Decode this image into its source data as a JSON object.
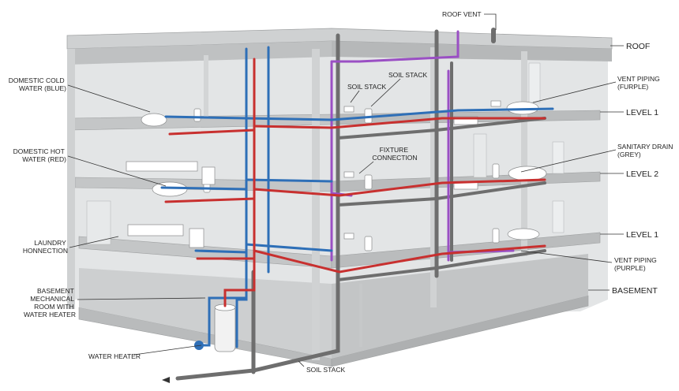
{
  "labels": {
    "roof_vent": "ROOF VENT",
    "roof": "ROOF",
    "level_1_top": "LEVEL 1",
    "level_2": "LEVEL 2",
    "level_1_bottom": "LEVEL 1",
    "basement": "BASEMENT",
    "domestic_cold_water": [
      "DOMESTIC COLD",
      "WATER (BLUE)"
    ],
    "domestic_hot_water": [
      "DOMESTIC HOT",
      "WATER (RED)"
    ],
    "laundry_connection": [
      "LAUNDRY",
      "HONNECTION"
    ],
    "basement_mechanical_room": [
      "BASEMENT",
      "MECHANICAL",
      "ROOM WITH",
      "WATER HEATER"
    ],
    "water_heater": "WATER HEATER",
    "soil_stack_bottom": "SOIL STACK",
    "soil_stack_left": "SOIL STACK",
    "soil_stack_right": "SOIL STACK",
    "fixture_connection": [
      "FIXTURE",
      "CONNECTION"
    ],
    "vent_piping_top": [
      "VENT PIPING",
      "(FURPLE)"
    ],
    "sanitary_drain": [
      "SANITARY DRAIN",
      "(GREY)"
    ],
    "vent_piping_bottom": [
      "VENT PIPING",
      "(PURPLE)"
    ]
  },
  "colors": {
    "cold_water": "#2e6fb7",
    "hot_water": "#c8302f",
    "vent": "#9a4fc4",
    "drain": "#6e6e6e",
    "concrete": "#c9cbcc",
    "slab_edge": "#b5b7b8",
    "wall": "#dcdedf"
  }
}
